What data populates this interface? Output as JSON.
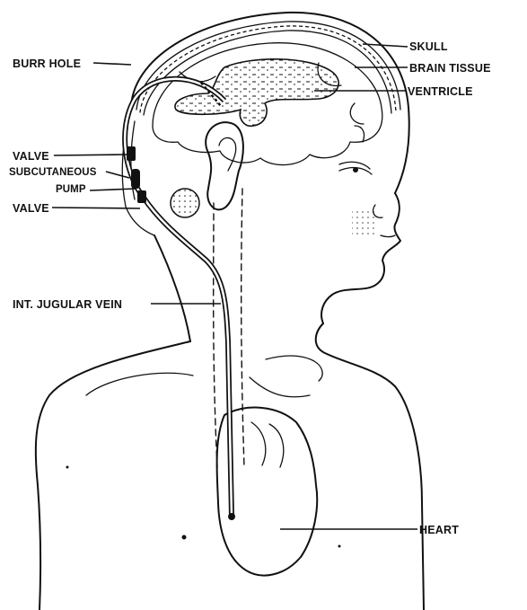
{
  "labels": {
    "skull": "SKULL",
    "brain_tissue": "BRAIN TISSUE",
    "ventricle": "VENTRICLE",
    "burr_hole": "BURR HOLE",
    "valve_upper": "VALVE",
    "subcutaneous_line1": "SUBCUTANEOUS",
    "subcutaneous_line2": "PUMP",
    "valve_lower": "VALVE",
    "int_jugular_vein": "INT. JUGULAR VEIN",
    "heart": "HEART"
  },
  "colors": {
    "ink": "#111111",
    "background": "#ffffff"
  }
}
